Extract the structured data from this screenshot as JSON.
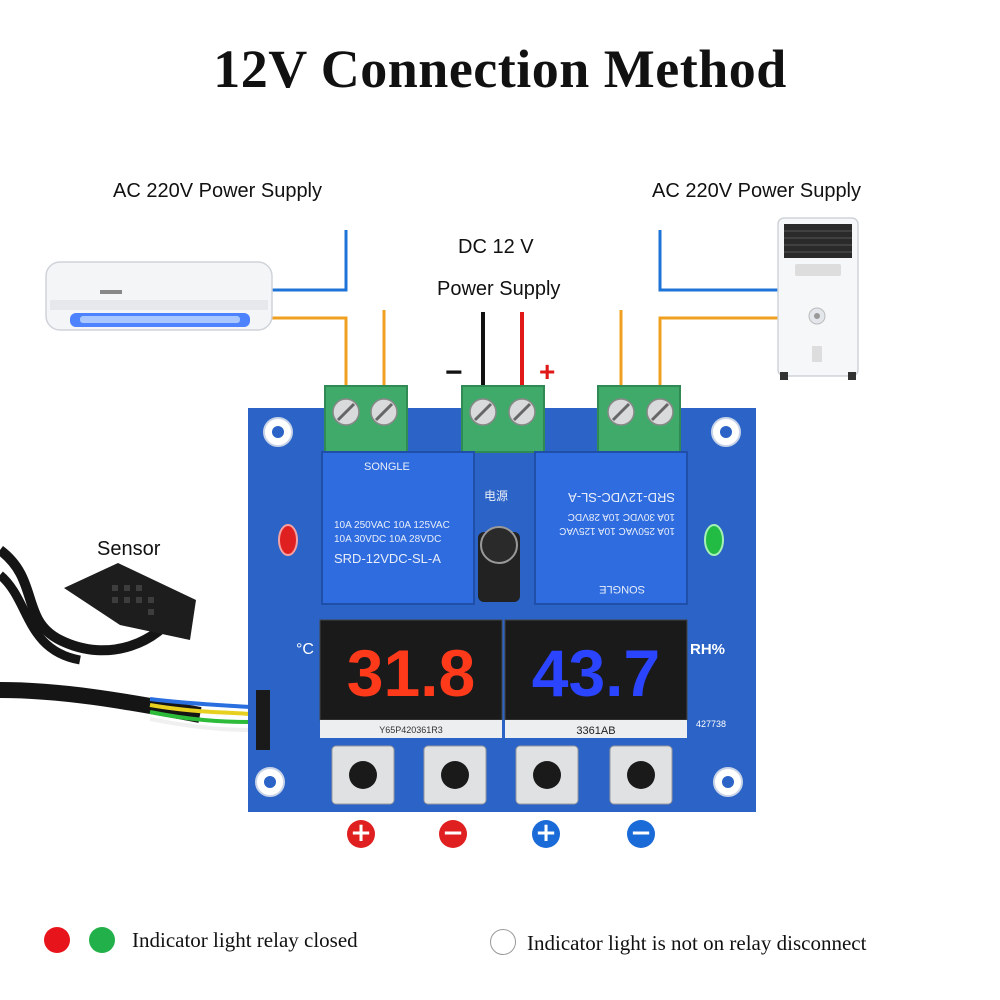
{
  "title": "12V Connection Method",
  "labels": {
    "ac_left": "AC 220V Power Supply",
    "ac_right": "AC 220V Power Supply",
    "dc_line1": "DC 12 V",
    "dc_line2": "Power Supply",
    "sensor": "Sensor",
    "dc_minus": "−",
    "dc_plus": "+"
  },
  "board": {
    "relay_text": {
      "brand": "SONGLE",
      "rating1": "10A 250VAC  10A 125VAC",
      "rating2": "10A  30VDC  10A  28VDC",
      "model": "SRD-12VDC-SL-A"
    },
    "left_display": {
      "digits": "31.8",
      "unit": "°C",
      "color": "#ff3a1a"
    },
    "right_display": {
      "digits": "43.7",
      "unit": "RH%",
      "color": "#2a44ff"
    },
    "left_display_code": "Y65P420361R3",
    "right_display_code": "3361AB",
    "board_code": "427738",
    "power_label": "电源",
    "indicator_left_color": "#e02020",
    "indicator_right_color": "#22bb44"
  },
  "buttons": [
    {
      "symbol": "+",
      "color": "#e02020"
    },
    {
      "symbol": "−",
      "color": "#e02020"
    },
    {
      "symbol": "+",
      "color": "#1a6ad8"
    },
    {
      "symbol": "−",
      "color": "#1a6ad8"
    }
  ],
  "legend": {
    "closed_text": "Indicator light relay closed",
    "closed_colors": [
      "#e8141c",
      "#22b04a"
    ],
    "open_text": "Indicator light is not on  relay disconnect"
  },
  "wire_colors": {
    "blue": "#1e73d6",
    "orange": "#f0a020",
    "black": "#111111",
    "red": "#e01818"
  }
}
